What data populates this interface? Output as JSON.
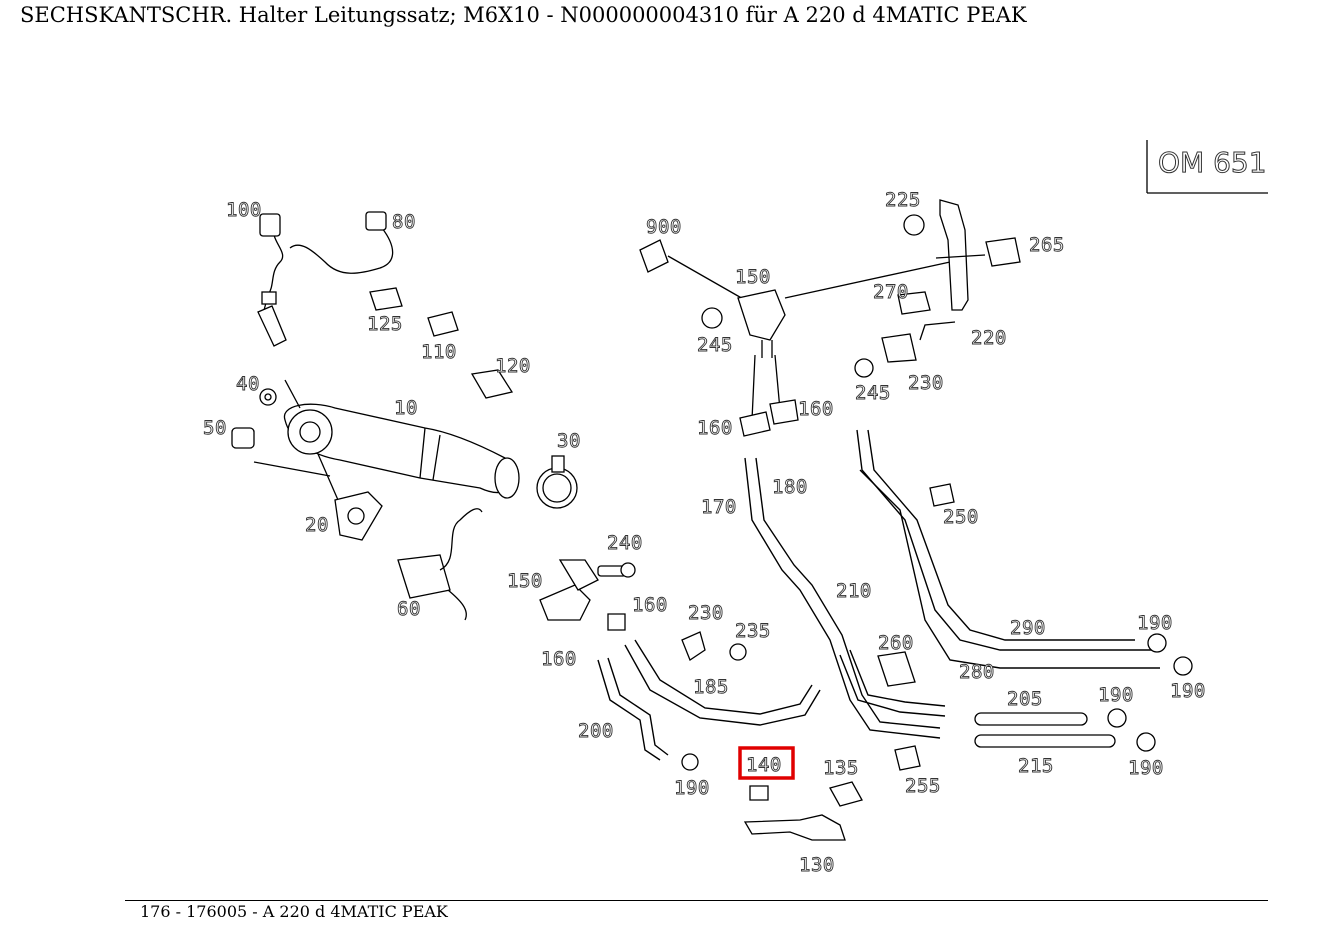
{
  "title": "SECHSKANTSCHR. Halter Leitungssatz; M6X10 - N000000004310 für A 220 d 4MATIC PEAK",
  "footer": "176 - 176005 - A 220 d 4MATIC PEAK",
  "engine": "OM 651",
  "highlighted_part": "140",
  "labels": {
    "l100": "100",
    "l80": "80",
    "l125": "125",
    "l110": "110",
    "l120": "120",
    "l40": "40",
    "l10": "10",
    "l50": "50",
    "l30": "30",
    "l20": "20",
    "l60": "60",
    "l900": "900",
    "l150a": "150",
    "l245a": "245",
    "l160a": "160",
    "l160b": "160",
    "l225": "225",
    "l265": "265",
    "l270": "270",
    "l220": "220",
    "l245b": "245",
    "l230a": "230",
    "l180": "180",
    "l170": "170",
    "l250": "250",
    "l210": "210",
    "l240": "240",
    "l150b": "150",
    "l160c": "160",
    "l230b": "230",
    "l235": "235",
    "l160d": "160",
    "l185": "185",
    "l200": "200",
    "l190a": "190",
    "l140": "140",
    "l135": "135",
    "l130": "130",
    "l260": "260",
    "l255": "255",
    "l290": "290",
    "l280": "280",
    "l190b": "190",
    "l190c": "190",
    "l205": "205",
    "l190d": "190",
    "l215": "215",
    "l190e": "190"
  }
}
